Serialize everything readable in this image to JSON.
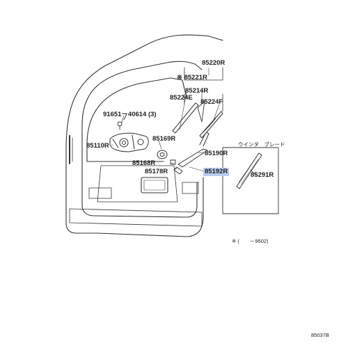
{
  "labels": {
    "p85220r": "85220R",
    "p85221r": "※ 85221R",
    "p85214r": "85214R",
    "p85224e": "85224E",
    "p85224f": "85224F",
    "p91651": "91651－40614 (3)",
    "p85169r": "85169R",
    "p85110r": "85110R",
    "p85190r": "85190R",
    "p85168r": "85168R",
    "p85178r": "85178R",
    "p85192r": "85192R",
    "p85291r": "85291R",
    "wiper_blade": "ウインタ　ブレード",
    "note": "※ (　　－9502)",
    "diagram_code": "85037B"
  },
  "highlight": {
    "part": "85192R",
    "color": "#b9ccf0"
  }
}
